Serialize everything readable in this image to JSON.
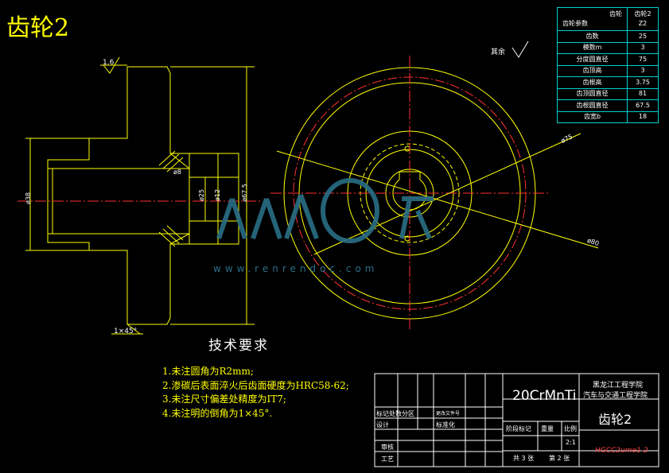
{
  "title": "齿轮2",
  "roughness_note": "其余",
  "annotations": {
    "roughness_top": "1.6",
    "chamfer": "1×45°",
    "dia_left": "ø38",
    "dia_hub": "ø25",
    "dia_bore": "ø12",
    "dia_outer": "ø67.5",
    "dia_small": "ø8",
    "leader_75": "ø75",
    "leader_80": "ø80"
  },
  "tech_requirements": {
    "heading": "技术要求",
    "items": [
      "1.未注圆角为R2mm;",
      "2.渗碳后表面淬火后齿面硬度为HRC58-62;",
      "3.未注尺寸偏差处精度为IT7;",
      "4.未注明的倒角为1×45°."
    ]
  },
  "watermark": {
    "url": "www.renrendoc.com"
  },
  "param_table": {
    "header_left_top": "齿轮",
    "header_left_bottom": "齿轮参数",
    "header_right_top": "齿轮2",
    "header_right_bottom": "Z2",
    "rows": [
      {
        "label": "齿数",
        "value": "25"
      },
      {
        "label": "模数m",
        "value": "3"
      },
      {
        "label": "分度圆直径",
        "value": "75"
      },
      {
        "label": "齿顶高",
        "value": "3"
      },
      {
        "label": "齿根高",
        "value": "3.75"
      },
      {
        "label": "齿顶圆直径",
        "value": "81"
      },
      {
        "label": "齿根圆直径",
        "value": "67.5"
      },
      {
        "label": "齿宽b",
        "value": "18"
      }
    ]
  },
  "title_block": {
    "material": "20CrMnTi",
    "school_line1": "黑龙江工程学院",
    "school_line2": "汽车与交通工程学院",
    "part_name": "齿轮2",
    "drawing_code": "HGCC2ume1-2",
    "label_mark": "标记处数分区",
    "label_change": "更改文件号",
    "label_design": "设计",
    "label_standard": "标准化",
    "label_stage": "阶段标记",
    "label_weight": "重量",
    "label_scale": "比例",
    "scale_value": "2:1",
    "label_review": "审核",
    "label_process": "工艺",
    "sheets": "共 3 张",
    "sheet_no": "第 2 张"
  }
}
